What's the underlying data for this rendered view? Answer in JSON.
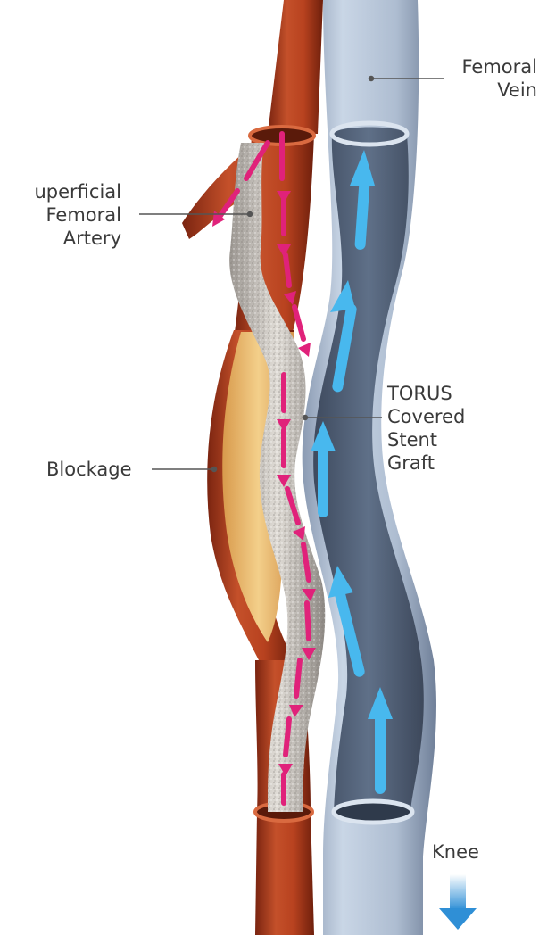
{
  "labels": {
    "femoral_vein": [
      "Femoral",
      "Vein"
    ],
    "superficial_femoral_artery": [
      "uperficial",
      "Femoral",
      "Artery"
    ],
    "blockage": "Blockage",
    "stent_graft": [
      "TORUS",
      "Covered",
      "Stent",
      "Graft"
    ],
    "knee": "Knee"
  },
  "colors": {
    "artery": "#b8421f",
    "vein": "#5f7088",
    "blockage": "#e9b86a",
    "stent": "#cfcac4",
    "artery_flow_arrows": "#e0227a",
    "vein_flow_arrows": "#48b8ee",
    "direction_arrow": "#4aa8e0"
  }
}
